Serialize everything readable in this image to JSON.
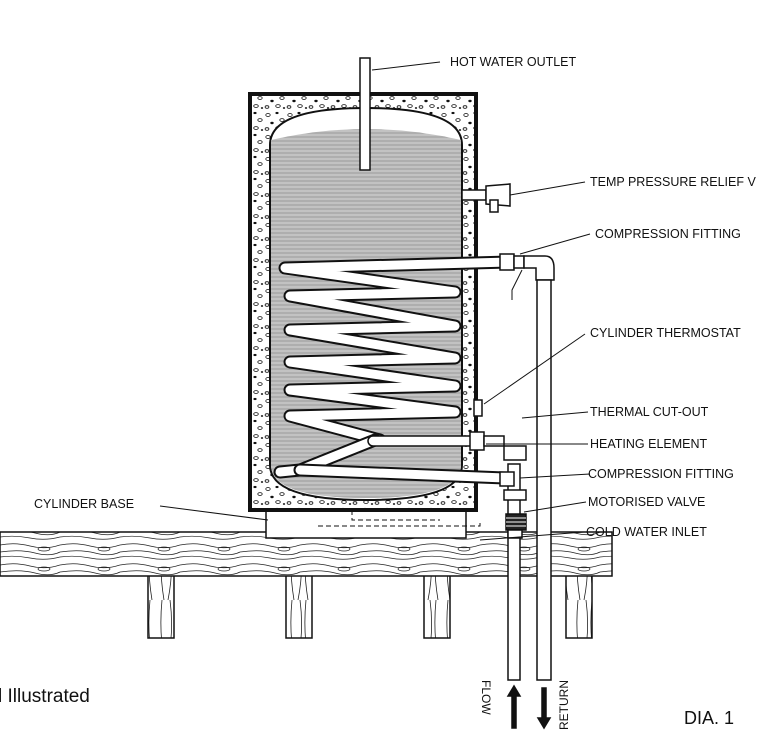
{
  "labels": {
    "hot_water_outlet": "HOT WATER OUTLET",
    "temp_pressure_relief": "TEMP PRESSURE RELIEF V",
    "compression_fitting_top": "COMPRESSION FITTING",
    "cylinder_thermostat": "CYLINDER THERMOSTAT",
    "thermal_cutout": "THERMAL CUT-OUT",
    "heating_element": "HEATING ELEMENT",
    "compression_fitting_bottom": "COMPRESSION FITTING",
    "motorised_valve": "MOTORISED VALVE",
    "cold_water_inlet": "COLD WATER INLET",
    "cylinder_base": "CYLINDER BASE",
    "flow": "FLOW",
    "return": "RETURN"
  },
  "caption": {
    "left_text": "l Illustrated",
    "dia_number": "DIA. 1"
  },
  "colors": {
    "ink": "#111111",
    "water_fill": "#b8b8b8",
    "insulation": "#ffffff"
  }
}
